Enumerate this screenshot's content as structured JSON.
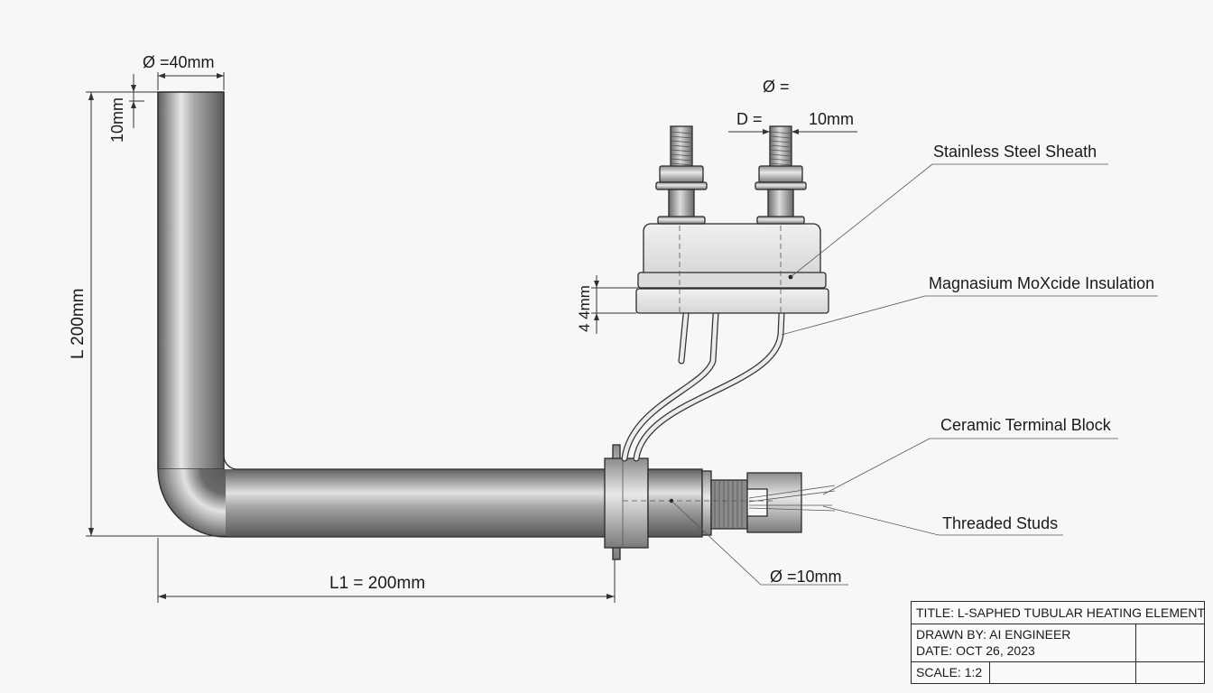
{
  "dimensions": {
    "pipe_diameter": "Ø =40mm",
    "wall_offset": "10mm",
    "vertical_length": "L 200mm",
    "horizontal_length": "L1 = 200mm",
    "stud_diameter_top": "Ø =",
    "stud_d_label": "D =",
    "stud_d_value": "10mm",
    "gasket_thickness": "4 4mm",
    "nozzle_diameter": "Ø =10mm"
  },
  "callouts": {
    "sheath": "Stainless Steel Sheath",
    "insulation": "Magnasium MoXcide Insulation",
    "terminal_block": "Ceramic Terminal Block",
    "studs": "Threaded Studs"
  },
  "title_block": {
    "title": "TITLE: L-SAPHED TUBULAR HEATING ELEMENT",
    "drawn_by": "DRAWN BY: AI ENGINEER",
    "date": "DATE: OCT 26, 2023",
    "scale": "SCALE: 1:2"
  },
  "colors": {
    "line": "#2a2a2a",
    "metal_dark": "#6a6a6a",
    "metal_light": "#d8d8d8",
    "ceramic": "#e4e4e2",
    "paper": "#f7f7f6"
  }
}
